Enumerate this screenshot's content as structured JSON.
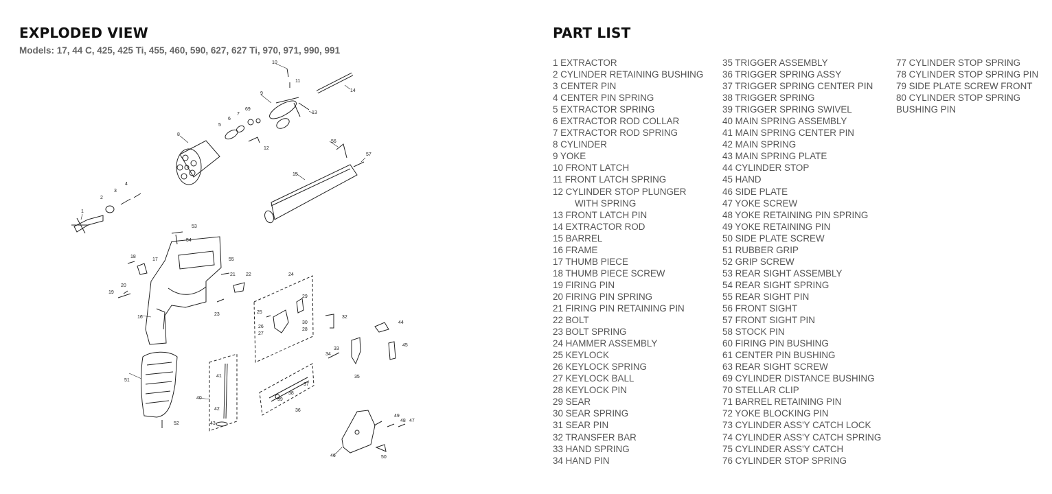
{
  "exploded_view": {
    "title": "EXPLODED VIEW",
    "models": "Models: 17, 44 C, 425, 425 Ti, 455, 460, 590, 627, 627 Ti, 970, 971, 990, 991"
  },
  "part_list": {
    "title": "PART LIST",
    "columns": [
      [
        "1 EXTRACTOR",
        "2 CYLINDER RETAINING BUSHING",
        "3 CENTER PIN",
        "4 CENTER PIN SPRING",
        "5 EXTRACTOR SPRING",
        "6 EXTRACTOR ROD COLLAR",
        "7 EXTRACTOR ROD SPRING",
        "8 CYLINDER",
        "9 YOKE",
        "10 FRONT LATCH",
        "11 FRONT LATCH SPRING",
        "12 CYLINDER STOP PLUNGER",
        "WITH SPRING",
        "13 FRONT LATCH PIN",
        "14 EXTRACTOR ROD",
        "15 BARREL",
        "16 FRAME",
        "17 THUMB PIECE",
        "18 THUMB PIECE SCREW",
        "19 FIRING PIN",
        "20 FIRING PIN SPRING",
        "21 FIRING PIN RETAINING PIN",
        "22 BOLT",
        "23 BOLT SPRING",
        "24 HAMMER ASSEMBLY",
        "25 KEYLOCK",
        "26 KEYLOCK SPRING",
        "27 KEYLOCK BALL",
        "28 KEYLOCK PIN",
        "29 SEAR",
        "30 SEAR SPRING",
        "31 SEAR PIN",
        "32 TRANSFER BAR",
        "33 HAND SPRING",
        "34 HAND PIN"
      ],
      [
        "35 TRIGGER ASSEMBLY",
        "36 TRIGGER SPRING ASSY",
        "37 TRIGGER SPRING CENTER PIN",
        "38 TRIGGER SPRING",
        "39 TRIGGER SPRING SWIVEL",
        "40 MAIN SPRING ASSEMBLY",
        "41 MAIN SPRING CENTER PIN",
        "42 MAIN SPRING",
        "43 MAIN SPRING PLATE",
        "44 CYLINDER STOP",
        "45 HAND",
        "46 SIDE PLATE",
        "47 YOKE SCREW",
        "48 YOKE RETAINING PIN SPRING",
        "49 YOKE RETAINING PIN",
        "50 SIDE PLATE SCREW",
        "51 RUBBER GRIP",
        "52 GRIP SCREW",
        "53 REAR SIGHT ASSEMBLY",
        "54 REAR SIGHT SPRING",
        "55 REAR SIGHT PIN",
        "56 FRONT SIGHT",
        "57 FRONT SIGHT PIN",
        "58 STOCK PIN",
        "60 FIRING PIN BUSHING",
        "61 CENTER PIN BUSHING",
        "63 REAR SIGHT SCREW",
        "69 CYLINDER DISTANCE BUSHING",
        "70 STELLAR CLIP",
        "71 BARREL RETAINING PIN",
        "72 YOKE BLOCKING PIN",
        "73 CYLINDER ASS'Y CATCH LOCK",
        "74 CYLINDER ASS'Y CATCH SPRING",
        "75 CYLINDER ASS'Y CATCH",
        "76 CYLINDER STOP SPRING"
      ],
      [
        "77 CYLINDER STOP SPRING",
        "78 CYLINDER STOP SPRING PIN",
        "79 SIDE PLATE SCREW FRONT",
        "80 CYLINDER STOP SPRING",
        "BUSHING PIN"
      ]
    ]
  },
  "diagram_labels": {
    "l1": "1",
    "l2": "2",
    "l3": "3",
    "l4": "4",
    "l5": "5",
    "l6": "6",
    "l7": "7",
    "l8": "8",
    "l9": "9",
    "l10": "10",
    "l11": "11",
    "l12": "12",
    "l13": "13",
    "l14": "14",
    "l15": "15",
    "l16": "16",
    "l17": "17",
    "l18": "18",
    "l19": "19",
    "l20": "20",
    "l21": "21",
    "l22": "22",
    "l23": "23",
    "l24": "24",
    "l25": "25",
    "l26": "26",
    "l27": "27",
    "l28": "28",
    "l29": "29",
    "l30": "30",
    "l32": "32",
    "l33": "33",
    "l34": "34",
    "l35": "35",
    "l36": "36",
    "l37": "37",
    "l38": "38",
    "l39": "39",
    "l40": "40",
    "l41": "41",
    "l42": "42",
    "l43": "43",
    "l44": "44",
    "l45": "45",
    "l46": "46",
    "l47": "47",
    "l48": "48",
    "l49": "49",
    "l50": "50",
    "l51": "51",
    "l52": "52",
    "l53": "53",
    "l54": "54",
    "l55": "55",
    "l56": "56",
    "l57": "57",
    "l69": "69"
  }
}
